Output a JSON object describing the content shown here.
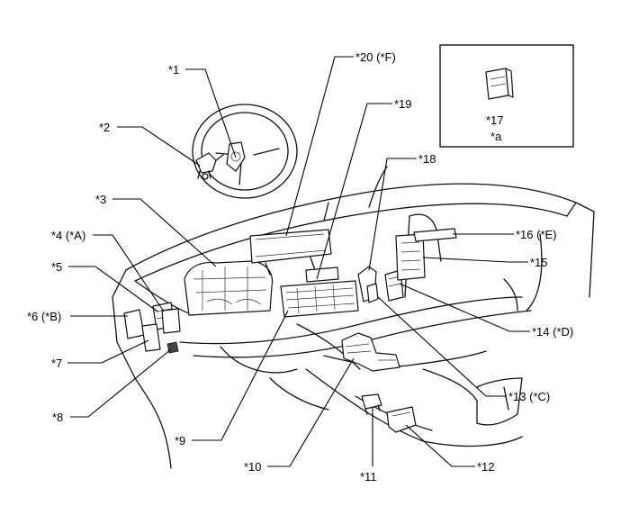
{
  "callouts": {
    "c1": "*1",
    "c2": "*2",
    "c3": "*3",
    "c4": "*4 (*A)",
    "c5": "*5",
    "c6": "*6 (*B)",
    "c7": "*7",
    "c8": "*8",
    "c9": "*9",
    "c10": "*10",
    "c11": "*11",
    "c12": "*12",
    "c13": "*13 (*C)",
    "c14": "*14 (*D)",
    "c15": "*15",
    "c16": "*16 (*E)",
    "c18": "*18",
    "c19": "*19",
    "c20": "*20 (*F)"
  },
  "inset": {
    "number": "*17",
    "letter": "*a"
  },
  "colors": {
    "line": "#000000",
    "background": "#ffffff"
  }
}
